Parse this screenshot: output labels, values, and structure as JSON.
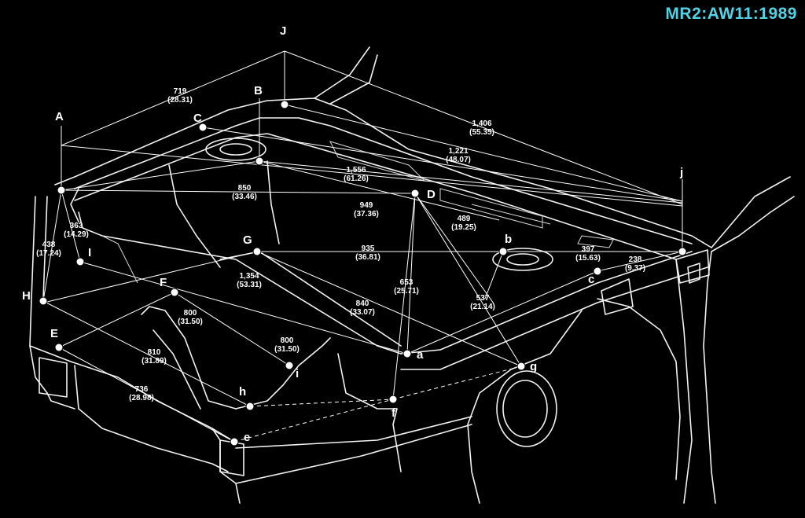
{
  "title": "MR2:AW11:1989",
  "colors": {
    "background": "#000000",
    "lines": "#ffffff",
    "title": "#4fd3e6"
  },
  "points": {
    "A": "A",
    "B": "B",
    "C": "C",
    "D": "D",
    "E": "E",
    "F": "F",
    "G": "G",
    "H": "H",
    "I": "I",
    "J": "J",
    "a": "a",
    "b": "b",
    "c": "c",
    "e": "e",
    "f": "f",
    "g": "g",
    "h": "h",
    "i": "i",
    "j": "j"
  },
  "dimensions": {
    "d719": [
      "719",
      "(28.31)"
    ],
    "d1406": [
      "1,406",
      "(55.35)"
    ],
    "d1221": [
      "1,221",
      "(48.07)"
    ],
    "d1556": [
      "1,556",
      "(61.26)"
    ],
    "d850": [
      "850",
      "(33.46)"
    ],
    "d949": [
      "949",
      "(37.36)"
    ],
    "d489": [
      "489",
      "(19.25)"
    ],
    "d363": [
      "363",
      "(14.29)"
    ],
    "d438": [
      "438",
      "(17.24)"
    ],
    "d935": [
      "935",
      "(36.81)"
    ],
    "d397": [
      "397",
      "(15.63)"
    ],
    "d238": [
      "238",
      "(9.37)"
    ],
    "d1354": [
      "1,354",
      "(53.31)"
    ],
    "d653": [
      "653",
      "(25.71)"
    ],
    "d537": [
      "537",
      "(21.14)"
    ],
    "d840": [
      "840",
      "(33.07)"
    ],
    "d800a": [
      "800",
      "(31.50)"
    ],
    "d800b": [
      "800",
      "(31.50)"
    ],
    "d810": [
      "810",
      "(31.89)"
    ],
    "d736": [
      "736",
      "(28.98)"
    ]
  }
}
